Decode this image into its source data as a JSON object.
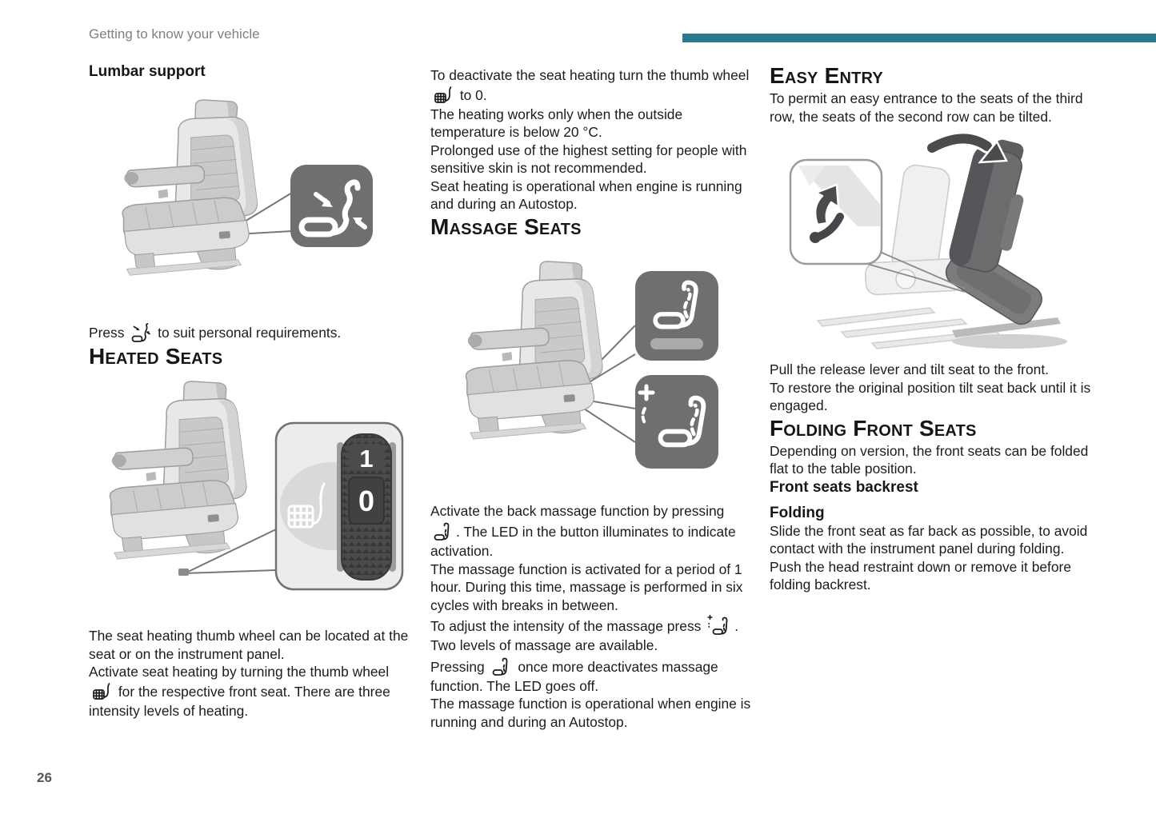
{
  "page": {
    "header_title": "Getting to know your vehicle",
    "page_number": "26"
  },
  "colors": {
    "accent_teal": "#2a7b91",
    "callout_gray": "#6e6f71",
    "seat_light_gray": "#d9dadc",
    "header_gray": "#7f8082"
  },
  "icons": {
    "seat_heating": "seat-heating-icon",
    "lumbar_adjust": "lumbar-adjust-icon",
    "massage": "massage-icon",
    "massage_intensity": "massage-intensity-icon",
    "release_lever": "release-lever-icon",
    "tilt_arrow": "tilt-arrow-icon"
  },
  "lumbar": {
    "heading": "Lumbar support",
    "press_before": "Press",
    "press_after": "to suit personal requirements."
  },
  "heated": {
    "heading": "Heated Seats",
    "wheel_label_1": "1",
    "wheel_label_0": "0",
    "p1": "The seat heating thumb wheel can be located at the seat or on the instrument panel.",
    "p2_before_icon": "Activate seat heating by turning the thumb wheel",
    "p2_after_icon": "for the respective front seat. There are three intensity levels of heating.",
    "deact_before_icon": "To deactivate the seat heating turn the thumb wheel",
    "deact_after_icon": "to 0.",
    "n1": "The heating works only when the outside temperature is below 20 °C.",
    "n2": "Prolonged use of the highest setting for people with sensitive skin is not recommended.",
    "n3": "Seat heating is operational when engine is running and during an Autostop."
  },
  "massage": {
    "heading": "Massage Seats",
    "a_before_icon": "Activate the back massage function by pressing",
    "a_after_icon": ". The LED in the button illuminates to indicate activation.",
    "b": "The massage function is activated for a period of 1 hour. During this time, massage is performed in six cycles with breaks in between.",
    "c_before_icon": "To adjust the intensity of the massage press",
    "c_after_icon": ".",
    "d": "Two levels of massage are available.",
    "e_before_icon": "Pressing",
    "e_after_icon": "once more deactivates massage function. The LED goes off.",
    "f": "The massage function is operational when engine is running and during an Autostop."
  },
  "easy_entry": {
    "heading": "Easy Entry",
    "p1": "To permit an easy entrance to the seats of the third row, the seats of the second row can be tilted.",
    "p2": "Pull the release lever and tilt seat to the front.",
    "p3": "To restore the original position tilt seat back until it is engaged."
  },
  "folding": {
    "heading": "Folding Front Seats",
    "p1": "Depending on version, the front seats can be folded flat to the table position.",
    "sub1": "Front seats backrest",
    "sub2": "Folding",
    "p2": "Slide the front seat as far back as possible, to avoid contact with the instrument panel during folding.",
    "p3": "Push the head restraint down or remove it before folding backrest."
  }
}
